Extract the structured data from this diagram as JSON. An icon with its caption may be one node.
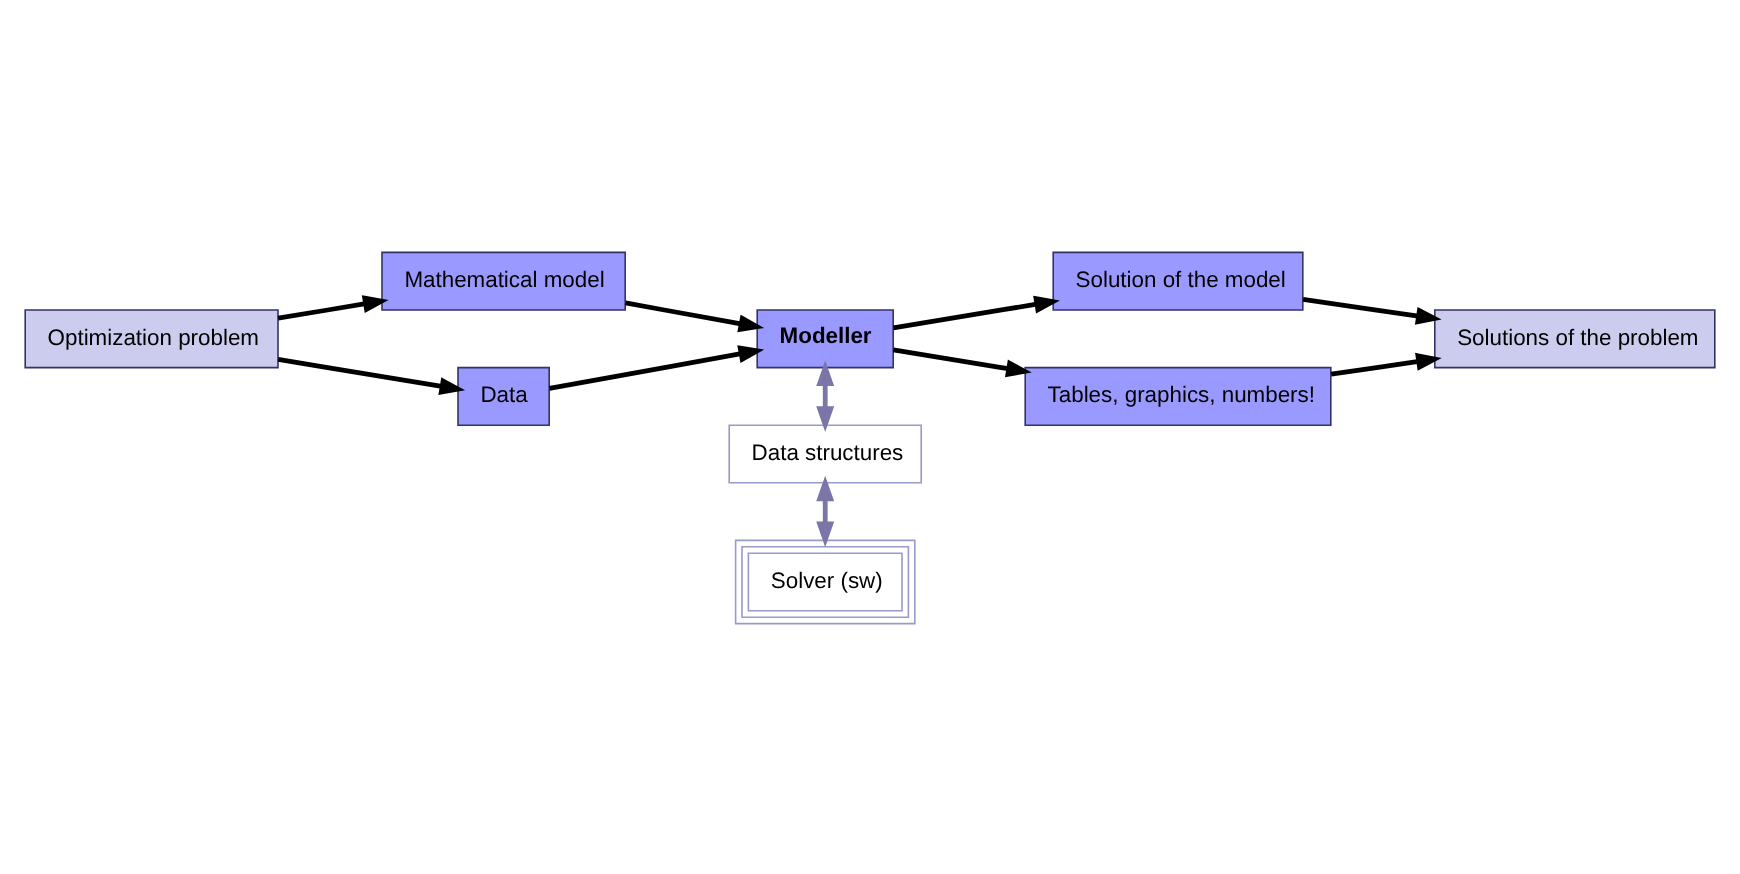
{
  "diagram": {
    "nodes": [
      {
        "text": [
          "Mathematical model"
        ]
      },
      {
        "text": [
          "Data"
        ]
      },
      {
        "text": [
          "Modeller"
        ]
      },
      {
        "text": [
          "Data structures"
        ]
      },
      {
        "text": [
          "Solver (sw)"
        ]
      },
      {
        "text": [
          "Solution of the model"
        ]
      },
      {
        "text": [
          "Tables, graphics, numbers!"
        ]
      },
      {
        "text": [
          "Optimization problem"
        ]
      },
      {
        "text": [
          "Solutions of the problem"
        ]
      }
    ],
    "edges": [
      {
        "from": 7,
        "to": 0,
        "arrow": "to"
      },
      {
        "from": 7,
        "to": 1,
        "arrow": "to"
      },
      {
        "from": 0,
        "to": 2,
        "arrow": "to"
      },
      {
        "from": 1,
        "to": 2,
        "arrow": "to"
      },
      {
        "from": 2,
        "to": 3,
        "arrow": "both",
        "color": "#7a76a8"
      },
      {
        "from": 3,
        "to": 4,
        "arrow": "both",
        "color": "#7a76a8"
      },
      {
        "from": 2,
        "to": 5,
        "arrow": "to"
      },
      {
        "from": 2,
        "to": 6,
        "arrow": "to"
      },
      {
        "from": 6,
        "to": 8,
        "arrow": "to"
      },
      {
        "from": 5,
        "to": 8,
        "arrow": "to"
      }
    ]
  }
}
